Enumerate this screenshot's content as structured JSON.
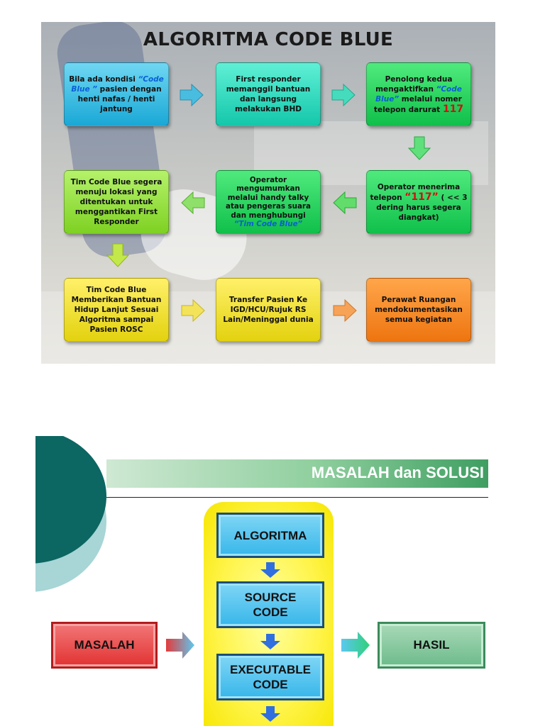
{
  "slide1": {
    "title": "ALGORITMA CODE BLUE",
    "box1": {
      "l1": "Bila ada kondisi ",
      "l1b": "“Code",
      "l2": "Blue ”",
      "l2b": " pasien dengan",
      "l3": "henti nafas / henti",
      "l4": "jantung"
    },
    "box2": {
      "l1": "First responder",
      "l2": "memanggil bantuan",
      "l3": "dan  langsung",
      "l4": "melakukan BHD"
    },
    "box3": {
      "l1": "Penolong kedua",
      "l2": "mengaktifkan ",
      "l2b": "“Code",
      "l3": "Blue”",
      "l3b": " melalui nomer",
      "l4": "telepon darurat  ",
      "l4b": "117"
    },
    "box4": {
      "l1": "Operator menerima",
      "l2": "telepon ",
      "l2b": "“117”",
      "l2c": " ( << 3",
      "l3": "dering harus segera",
      "l4": "diangkat)"
    },
    "box5": {
      "l1": "Operator",
      "l2": "mengumumkan",
      "l3": "melalui handy talky",
      "l4": "atau pengeras suara",
      "l5": "dan menghubungi",
      "l6": "“Tim Code Blue”"
    },
    "box6": {
      "l1": "Tim Code Blue segera",
      "l2": "menuju lokasi yang",
      "l3": "ditentukan untuk",
      "l4": "menggantikan  First",
      "l5": "Responder"
    },
    "box7": {
      "l1": "Tim Code Blue",
      "l2": "Memberikan Bantuan",
      "l3": "Hidup Lanjut Sesuai",
      "l4": "Algoritma sampai",
      "l5": "Pasien ROSC"
    },
    "box8": {
      "l1": "Transfer  Pasien Ke",
      "l2": "IGD/HCU/Rujuk RS",
      "l3": "Lain/Meninggal dunia"
    },
    "box9": {
      "l1": "Perawat Ruangan",
      "l2": "mendokumentasikan",
      "l3": "semua kegiatan"
    }
  },
  "slide2": {
    "title": "MASALAH dan SOLUSI",
    "masalah": "MASALAH",
    "hasil": "HASIL",
    "algoritma": "ALGORITMA",
    "source_l1": "SOURCE",
    "source_l2": "CODE",
    "exec_l1": "EXECUTABLE",
    "exec_l2": "CODE"
  },
  "colors": {
    "box_blue": "#1aa8d6",
    "box_teal": "#14c7aa",
    "box_green": "#10c04a",
    "box_lightgreen": "#7ed123",
    "box_yellow": "#e3d20e",
    "box_orange": "#ee7510",
    "banner_green": "#3f9e62",
    "column_yellow": "#fff44a",
    "process_blue": "#37b6ea",
    "masalah_red": "#e23232",
    "hasil_green": "#6cbb8b",
    "emphasis_red": "#d21010",
    "emphasis_blue": "#0a5fd6"
  }
}
